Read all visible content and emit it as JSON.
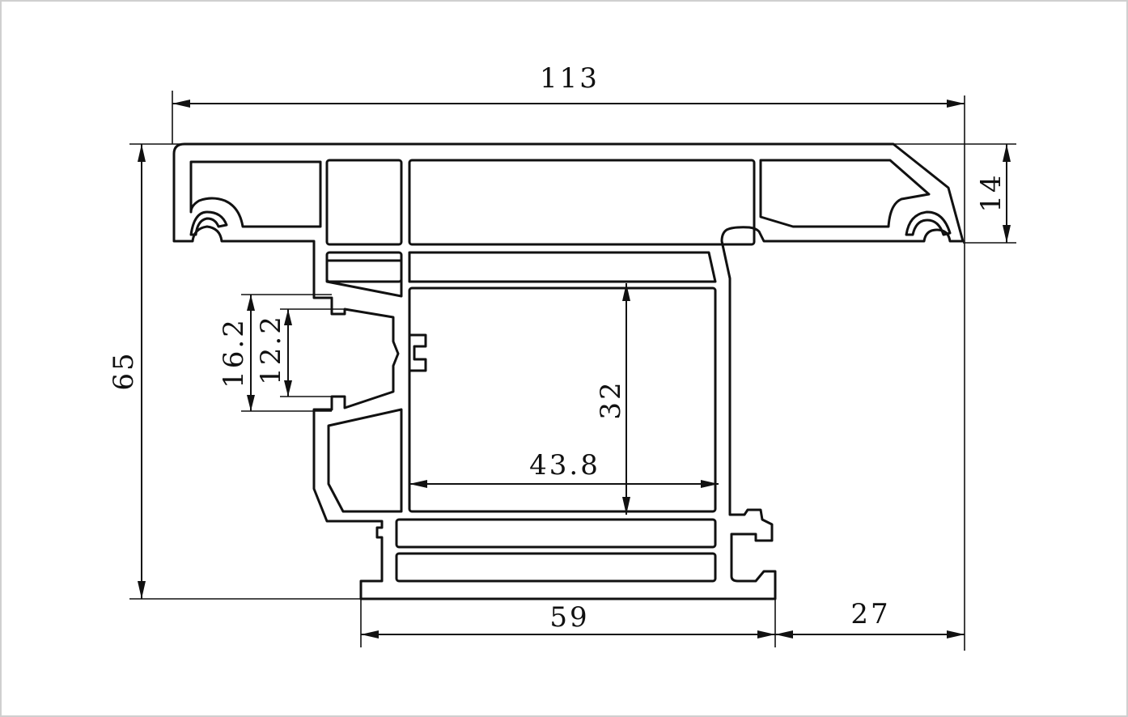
{
  "drawing": {
    "border_color": "#cfcfcf",
    "line_color": "#111111",
    "background": "#ffffff"
  },
  "dimensions": {
    "overall_width": "113",
    "overall_height": "65",
    "top_flange_height": "14",
    "slot_outer": "16.2",
    "slot_inner": "12.2",
    "chamber_height": "32",
    "chamber_width": "43.8",
    "base_width": "59",
    "right_offset": "27"
  }
}
